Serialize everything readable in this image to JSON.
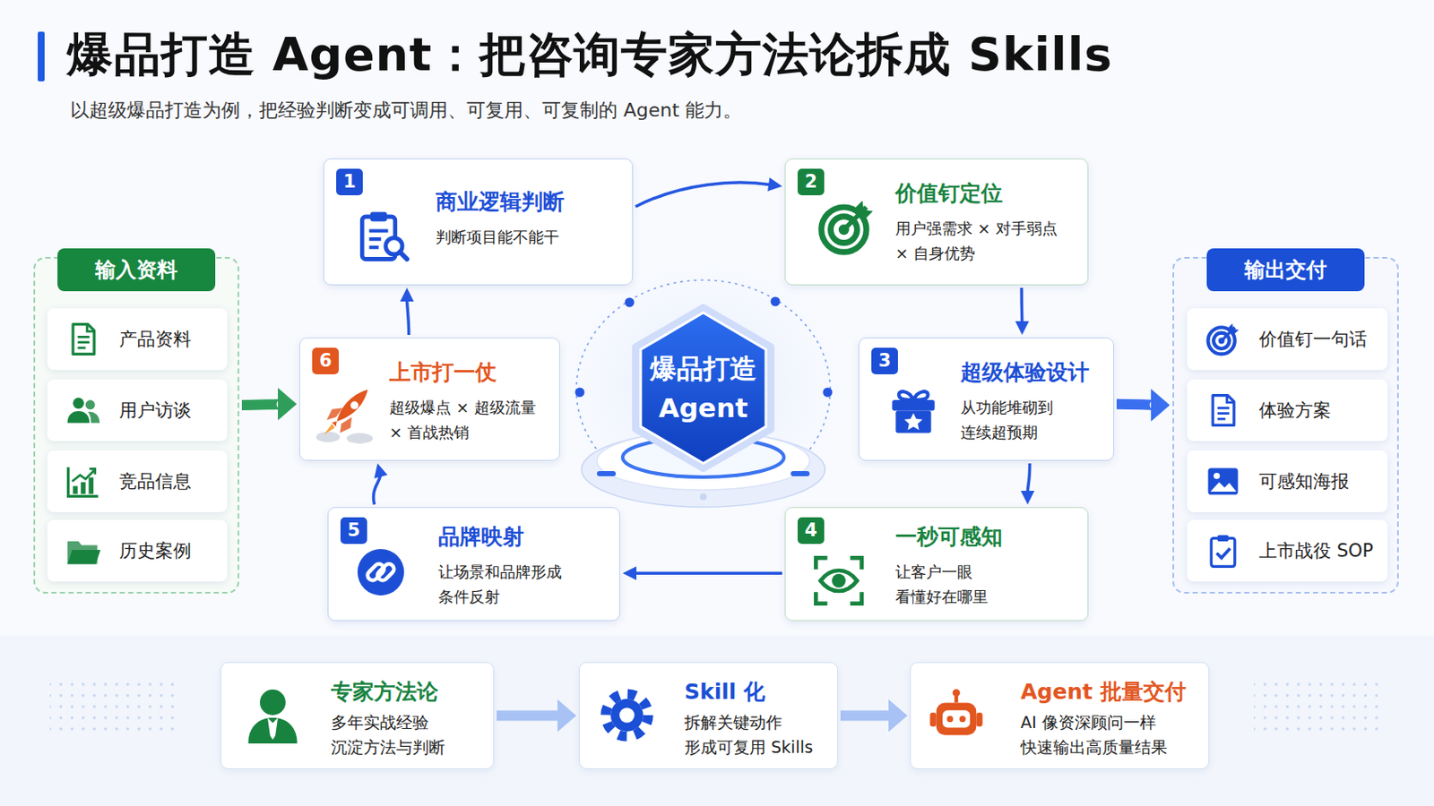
{
  "diagram": {
    "title": "爆品打造 Agent：把咨询专家方法论拆成 Skills",
    "caption": "以超级爆品打造为例，把经验判断变成可调用、可复用、可复制的 Agent 能力。",
    "nodes": [
      {
        "text": [
          "输入资料"
        ]
      },
      {
        "text": [
          "产品资料"
        ],
        "in": 0
      },
      {
        "text": [
          "用户访谈"
        ],
        "in": 0
      },
      {
        "text": [
          "竞品信息"
        ],
        "in": 0
      },
      {
        "text": [
          "历史案例"
        ],
        "in": 0
      },
      {
        "text": [
          "1",
          "商业逻辑判断",
          "判断项目能不能干"
        ]
      },
      {
        "text": [
          "2",
          "价值钉定位",
          "用户强需求 × 对手弱点 × 自身优势"
        ]
      },
      {
        "text": [
          "6",
          "上市打一仗",
          "超级爆点 × 超级流量 × 首战热销"
        ]
      },
      {
        "text": [
          "爆品打造 Agent"
        ]
      },
      {
        "text": [
          "3",
          "超级体验设计",
          "从功能堆砌到 连续超预期"
        ]
      },
      {
        "text": [
          "5",
          "品牌映射",
          "让场景和品牌形成 条件反射"
        ]
      },
      {
        "text": [
          "4",
          "一秒可感知",
          "让客户一眼 看懂好在哪里"
        ]
      },
      {
        "text": [
          "输出交付"
        ]
      },
      {
        "text": [
          "价值钉一句话"
        ],
        "in": 12
      },
      {
        "text": [
          "体验方案"
        ],
        "in": 12
      },
      {
        "text": [
          "可感知海报"
        ],
        "in": 12
      },
      {
        "text": [
          "上市战役 SOP"
        ],
        "in": 12
      },
      {
        "text": [
          "专家方法论",
          "多年实战经验 沉淀方法与判断"
        ]
      },
      {
        "text": [
          "Skill 化",
          "拆解关键动作 形成可复用 Skills"
        ]
      },
      {
        "text": [
          "Agent 批量交付",
          "AI 像资深顾问一样 快速输出高质量结果"
        ]
      }
    ],
    "edges": [
      {
        "from": 0,
        "to": 7,
        "arrow": "to"
      },
      {
        "from": 5,
        "to": 6,
        "arrow": "to"
      },
      {
        "from": 6,
        "to": 9,
        "arrow": "to"
      },
      {
        "from": 9,
        "to": 11,
        "arrow": "to"
      },
      {
        "from": 11,
        "to": 10,
        "arrow": "to"
      },
      {
        "from": 10,
        "to": 7,
        "arrow": "to"
      },
      {
        "from": 7,
        "to": 5,
        "arrow": "to"
      },
      {
        "from": 9,
        "to": 12,
        "arrow": "to"
      },
      {
        "from": 17,
        "to": 18,
        "arrow": "to"
      },
      {
        "from": 18,
        "to": 19,
        "arrow": "to"
      }
    ]
  }
}
